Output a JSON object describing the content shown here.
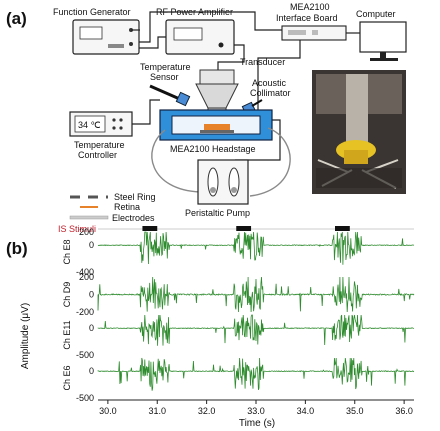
{
  "panel_a": {
    "label": "(a)",
    "blocks": {
      "function_generator": "Function Generator",
      "rf_amplifier": "RF Power Amplifier",
      "interface_board_line1": "MEA2100",
      "interface_board_line2": "Interface Board",
      "computer": "Computer",
      "transducer": "Transducer",
      "temperature_sensor_line1": "Temperature",
      "temperature_sensor_line2": "Sensor",
      "acoustic_collimator_line1": "Acoustic",
      "acoustic_collimator_line2": "Collimator",
      "temp_display": "34 ℃",
      "temp_controller_line1": "Temperature",
      "temp_controller_line2": "Controller",
      "headstage": "MEA2100 Headstage",
      "pump": "Peristaltic Pump"
    },
    "legend": [
      {
        "label": "Steel Ring",
        "color": "#555555"
      },
      {
        "label": "Retina",
        "color": "#e8822a"
      },
      {
        "label": "Electrodes",
        "color": "#999999"
      }
    ]
  },
  "panel_b": {
    "label": "(b)",
    "stimuli_label": "IS Stimuli",
    "stimuli_color": "#c0202c",
    "ylabel": "Amplitude (μV)",
    "xlabel": "Time (s)",
    "trace_color": "#2e8b2e"
  },
  "chart_data": {
    "type": "line",
    "xlabel": "Time (s)",
    "ylabel": "Amplitude (μV)",
    "xlim": [
      29.8,
      36.2
    ],
    "x_ticks": [
      "30.0",
      "31.0",
      "32.0",
      "33.0",
      "34.0",
      "35.0",
      "36.0"
    ],
    "stimuli": [
      [
        30.7,
        31.0
      ],
      [
        32.6,
        32.9
      ],
      [
        34.6,
        34.9
      ]
    ],
    "series": [
      {
        "name": "Ch E8",
        "yticks": [
          "200",
          "0",
          "-400"
        ],
        "ylim": [
          -400,
          200
        ],
        "noise": 0.12,
        "burst_density": 0.06
      },
      {
        "name": "Ch D9",
        "yticks": [
          "200",
          "0",
          "-200"
        ],
        "ylim": [
          -200,
          200
        ],
        "noise": 0.22,
        "burst_density": 0.35
      },
      {
        "name": "Ch E11",
        "yticks": [
          "0",
          "-500"
        ],
        "ylim": [
          -500,
          250
        ],
        "noise": 0.12,
        "burst_density": 0.3
      },
      {
        "name": "Ch E6",
        "yticks": [
          "0",
          "-500"
        ],
        "ylim": [
          -500,
          250
        ],
        "noise": 0.14,
        "burst_density": 0.45
      }
    ]
  }
}
